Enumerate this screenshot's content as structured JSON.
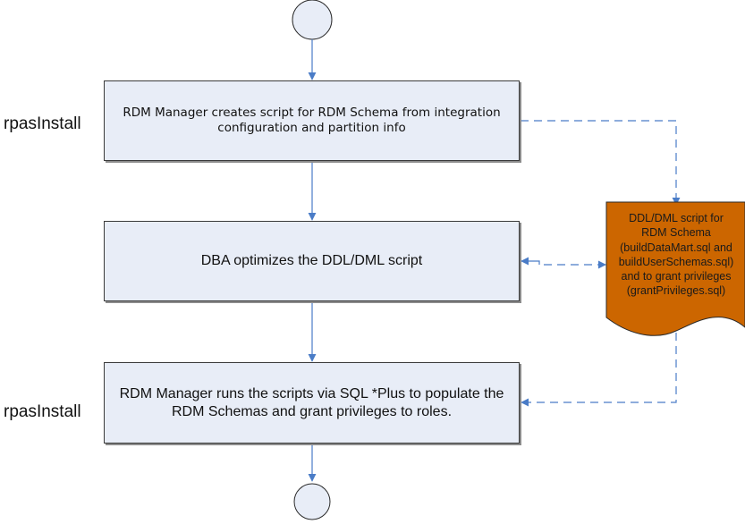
{
  "diagram": {
    "type": "flowchart",
    "colors": {
      "process_fill": "#e8edf7",
      "document_fill": "#cc6600",
      "connector": "#4a7cc7",
      "terminal_fill": "#e8edf7"
    },
    "lanes": [
      {
        "id": "lane1",
        "label": "rpasInstall"
      },
      {
        "id": "lane2",
        "label": "rpasInstall"
      }
    ],
    "nodes": {
      "start": {
        "shape": "circle",
        "label": ""
      },
      "step1": {
        "shape": "process",
        "label": "RDM Manager creates script for RDM Schema from integration configuration and partition info"
      },
      "step2": {
        "shape": "process",
        "label": "DBA optimizes the DDL/DML script"
      },
      "step3": {
        "shape": "process",
        "label": "RDM Manager runs the scripts via SQL *Plus to populate the RDM Schemas and grant privileges to roles."
      },
      "document": {
        "shape": "document",
        "lines": [
          "DDL/DML script for",
          "RDM Schema",
          "(buildDataMart.sql and",
          "buildUserSchemas.sql)",
          "and to grant privileges",
          "(grantPrivileges.sql)"
        ]
      },
      "end": {
        "shape": "circle",
        "label": ""
      }
    },
    "edges": [
      {
        "from": "start",
        "to": "step1",
        "style": "solid"
      },
      {
        "from": "step1",
        "to": "step2",
        "style": "solid"
      },
      {
        "from": "step2",
        "to": "step3",
        "style": "solid"
      },
      {
        "from": "step3",
        "to": "end",
        "style": "solid"
      },
      {
        "from": "step1",
        "to": "document",
        "style": "dashed"
      },
      {
        "from": "step2",
        "to": "document",
        "style": "dashed",
        "bidirectional": true
      },
      {
        "from": "document",
        "to": "step3",
        "style": "dashed"
      }
    ]
  }
}
